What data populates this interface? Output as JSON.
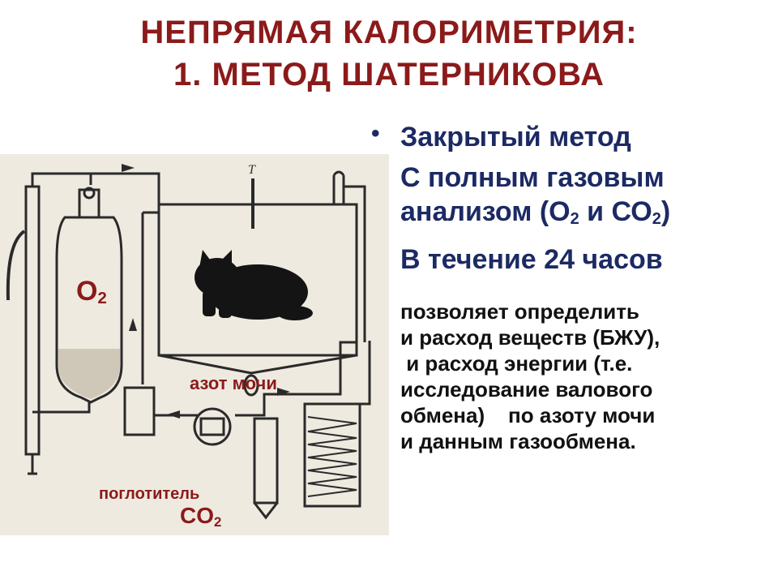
{
  "title": {
    "line1": "НЕПРЯМАЯ КАЛОРИМЕТРИЯ:",
    "line2": "1. МЕТОД ШАТЕРНИКОВА"
  },
  "bullets": {
    "closed": "Закрытый метод",
    "gas_line1": "С полным газовым",
    "gas_prefix": "анализом (О",
    "gas_middle": " и СО",
    "gas_suffix": ")",
    "sub2": "2",
    "duration": "В течение 24 часов"
  },
  "description": [
    "позволяет определить",
    "и расход веществ (БЖУ),",
    " и расход энергии (т.е.",
    "исследование валового",
    "обмена)    по азоту мочи",
    "и данным газообмена."
  ],
  "figure": {
    "o2_base": "O",
    "o2_sub": "2",
    "urine_nitrogen": "азот   мочи",
    "absorber": "поглотитель",
    "co2_base": "CO",
    "co2_sub": "2",
    "thermometer_mark": "T"
  }
}
